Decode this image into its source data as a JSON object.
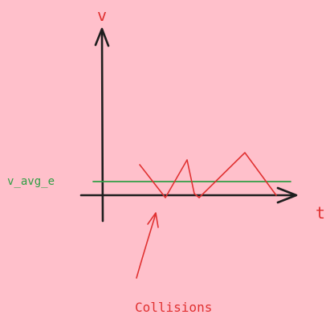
{
  "labels": {
    "y_axis": "v",
    "x_axis": "t",
    "average_line": "v_avg_e",
    "annotation": "Collisions"
  },
  "colors": {
    "background": "#FFC0CB",
    "axes": "#1e1e1e",
    "velocity_trace": "#e03131",
    "average_line": "#2f9e44",
    "annotation_text": "#e03131",
    "y_axis_label": "#e03131",
    "x_axis_label": "#e03131",
    "average_label": "#2f9e44"
  }
}
